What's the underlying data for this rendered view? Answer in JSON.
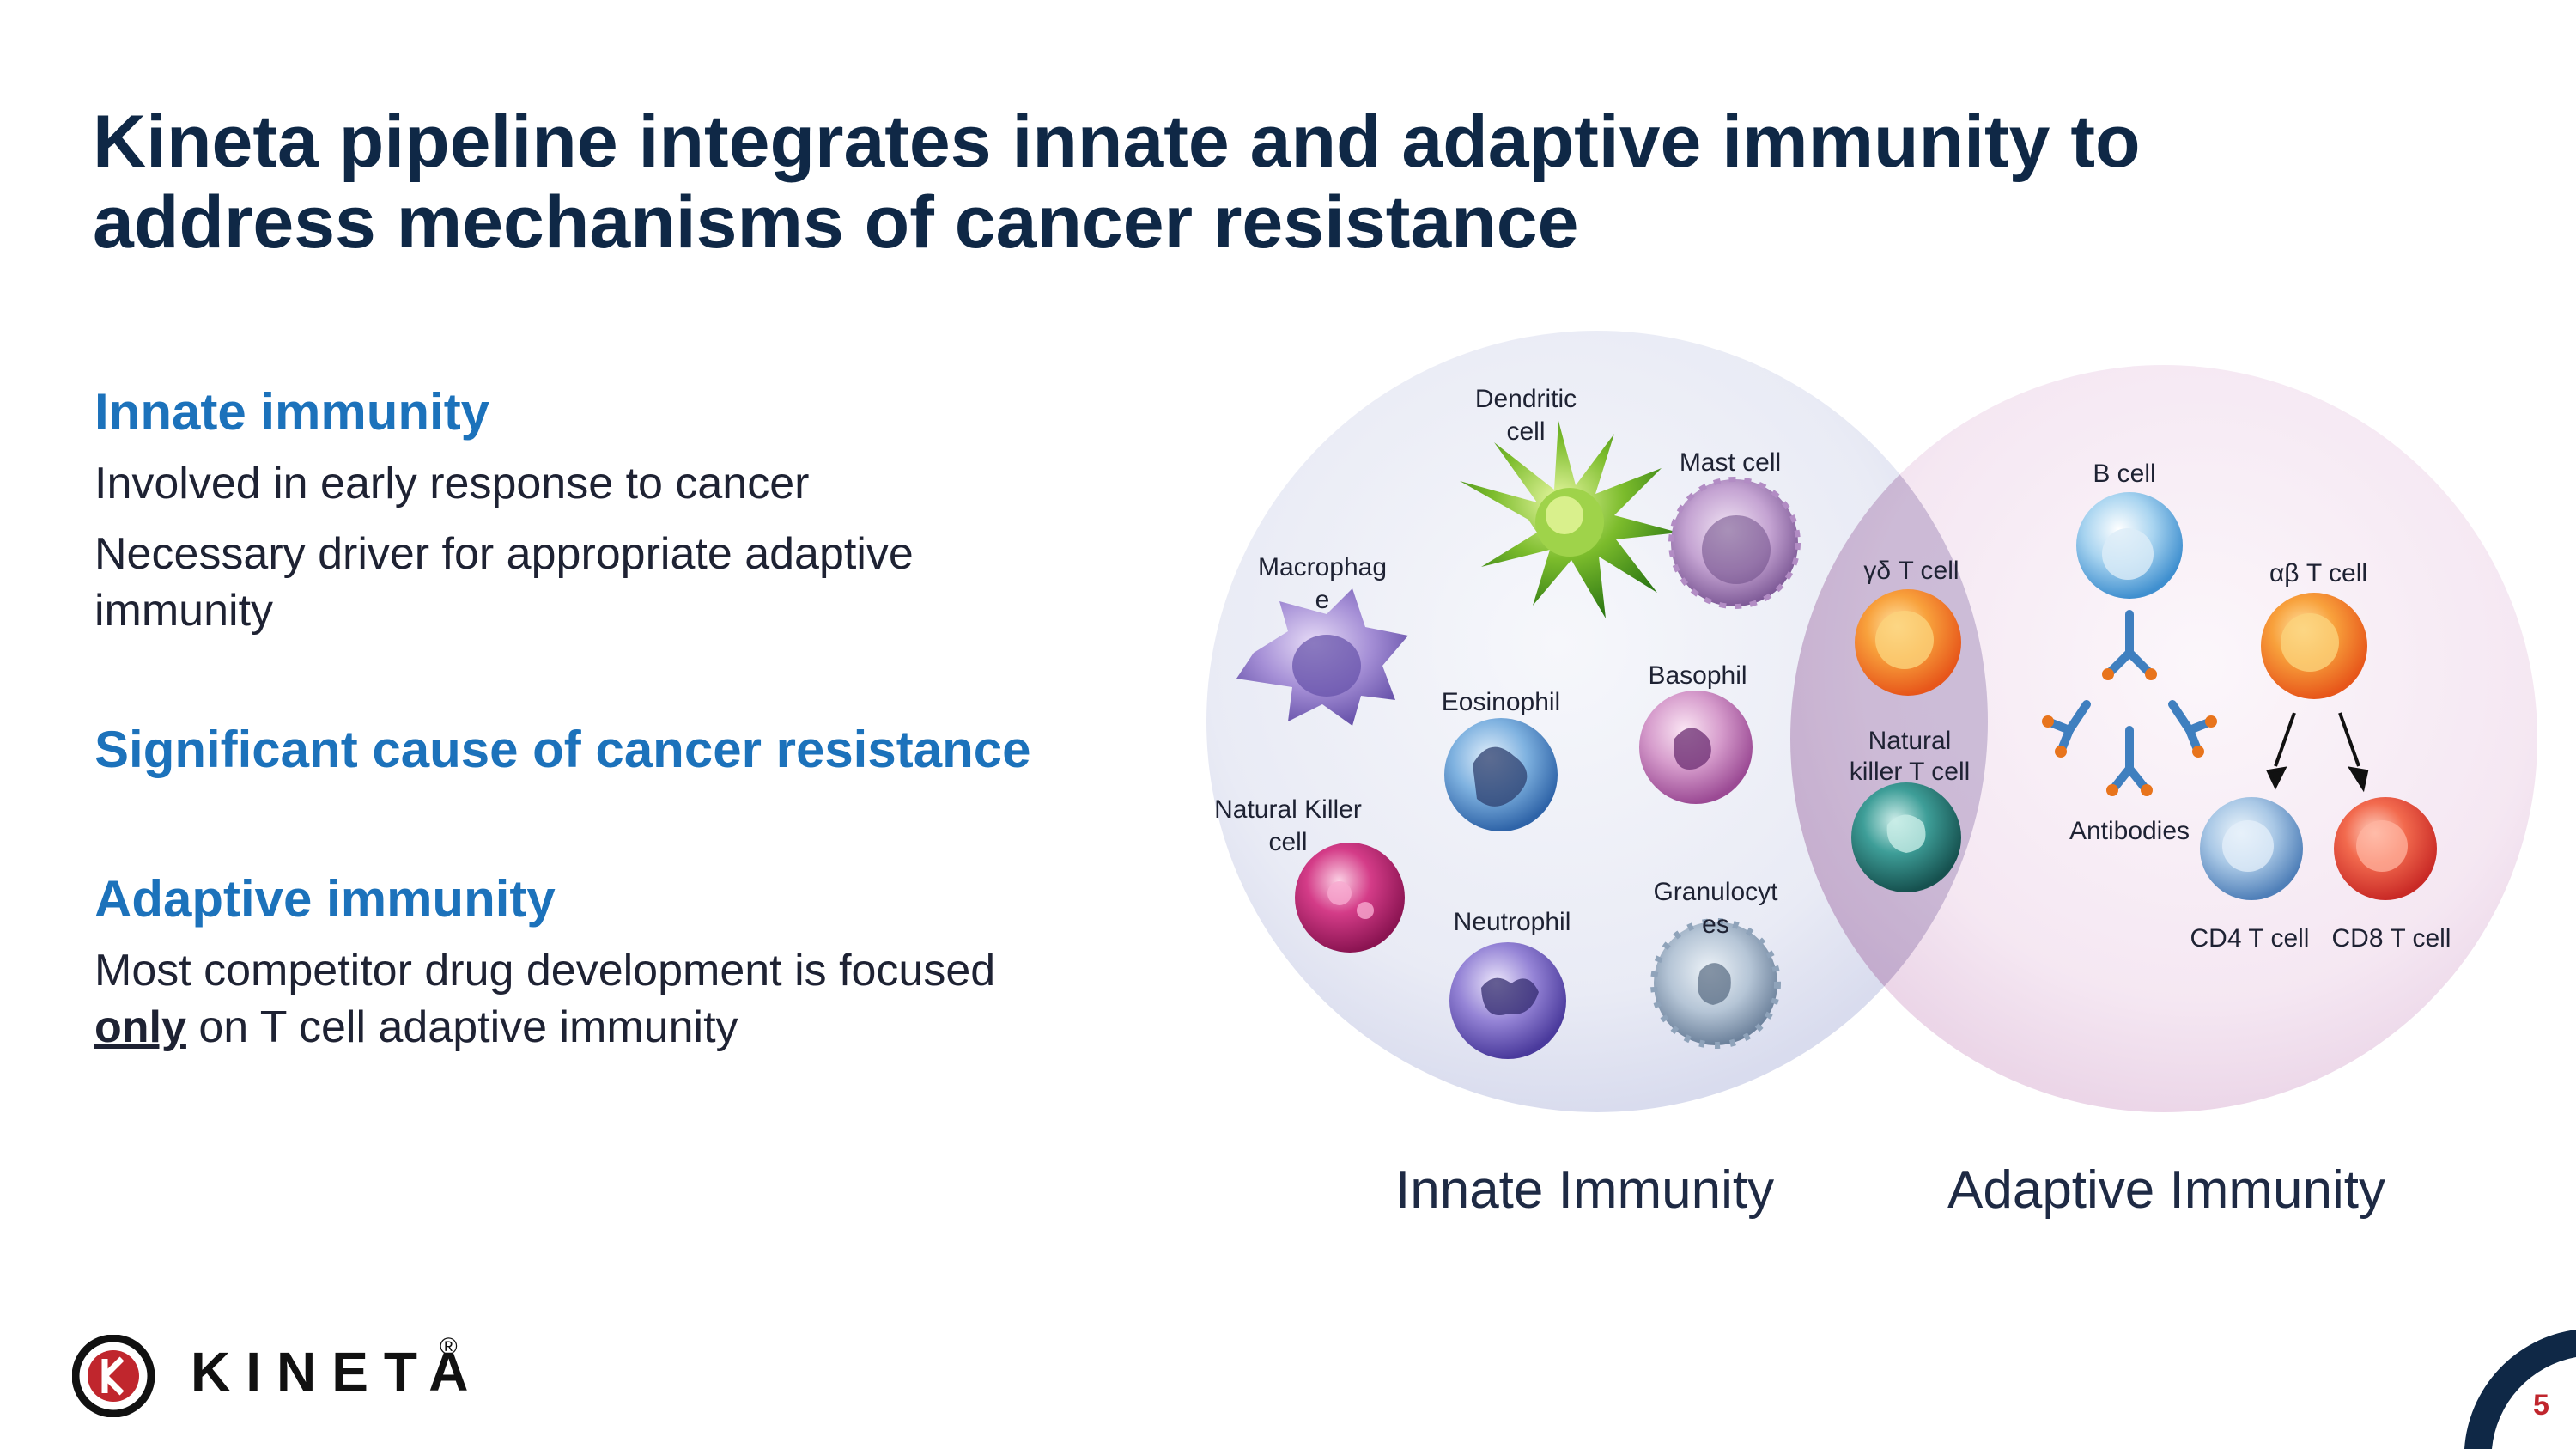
{
  "title": "Kineta pipeline integrates innate and adaptive immunity to address mechanisms of cancer resistance",
  "sections": {
    "innate_heading": "Innate immunity",
    "innate_bullet1": "Involved in early response to cancer",
    "innate_bullet2": "Necessary driver for appropriate adaptive immunity",
    "resistance_heading": "Significant cause of cancer resistance",
    "adaptive_heading": "Adaptive immunity",
    "adaptive_text_pre": "Most competitor drug development is focused",
    "adaptive_text_em": "only",
    "adaptive_text_post": " on T cell adaptive immunity"
  },
  "diagram": {
    "innate_label": "Innate Immunity",
    "adaptive_label": "Adaptive Immunity",
    "cells": {
      "dendritic": [
        "Dendritic",
        "cell"
      ],
      "mast": [
        "Mast cell"
      ],
      "macrophage": [
        "Macrophag",
        "e"
      ],
      "eosinophil": [
        "Eosinophil"
      ],
      "basophil": [
        "Basophil"
      ],
      "nk": [
        "Natural Killer",
        "cell"
      ],
      "neutrophil": [
        "Neutrophil"
      ],
      "granulocytes": [
        "Granulocyt",
        "es"
      ],
      "gd_t": [
        "γδ T cell"
      ],
      "nkt": [
        "Natural",
        "killer T cell"
      ],
      "b_cell": [
        "B cell"
      ],
      "ab_t": [
        "αβ T cell"
      ],
      "antibodies": [
        "Antibodies"
      ],
      "cd4": [
        "CD4 T cell"
      ],
      "cd8": [
        "CD8 T cell"
      ]
    }
  },
  "logo": {
    "text": "KINETA",
    "registered": "®"
  },
  "page_number": "5",
  "colors": {
    "title": "#0f2846",
    "heading": "#1c72bb",
    "accent_red": "#c0262d",
    "navy": "#0f2846"
  }
}
